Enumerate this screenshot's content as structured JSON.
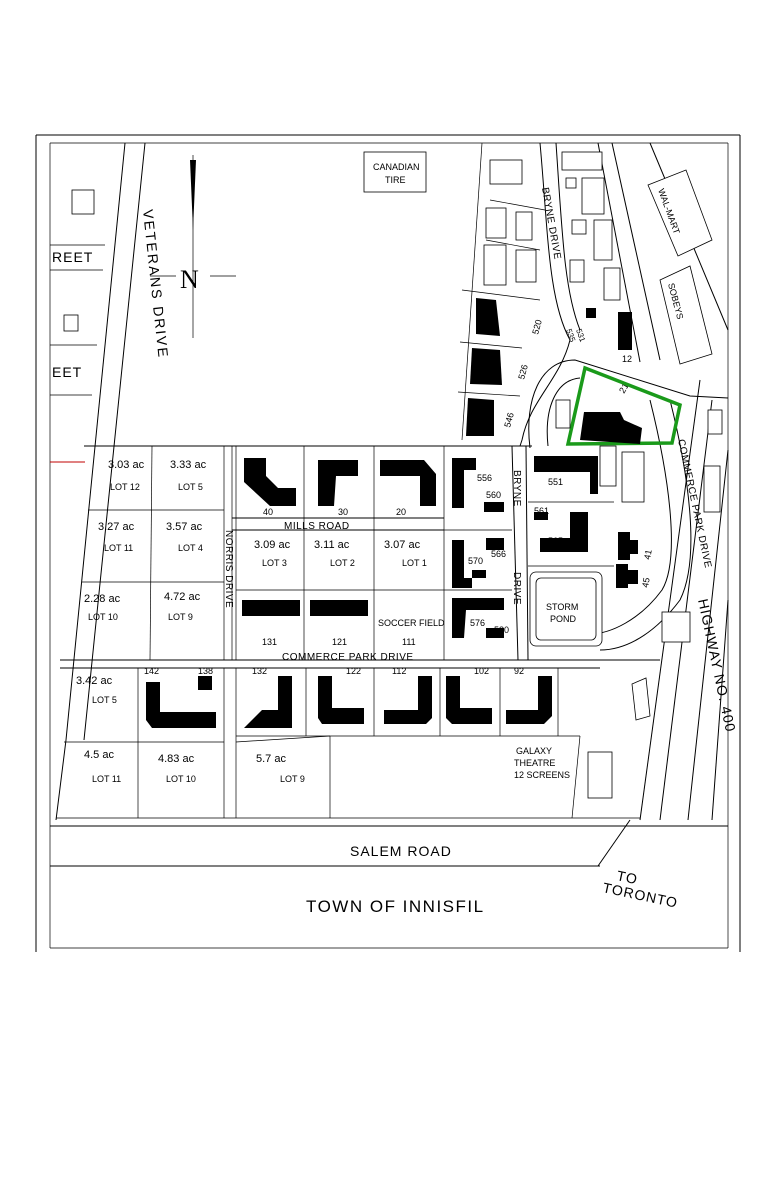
{
  "roads": {
    "veterans_drive": "VETERANS DRIVE",
    "street_top": "REET",
    "street_bottom": "EET",
    "bryne_drive": "BRYNE DRIVE",
    "bryne_drive_lower_a": "BRYNE",
    "bryne_drive_lower_b": "DRIVE",
    "mills_road": "MILLS ROAD",
    "norris_drive": "NORRIS DRIVE",
    "commerce_park_drive_h": "COMMERCE PARK DRIVE",
    "commerce_park_drive_v": "COMMERCE PARK DRIVE",
    "highway": "HIGHWAY NO. 400",
    "salem_road": "SALEM ROAD"
  },
  "places": {
    "canadian_tire_1": "CANADIAN",
    "canadian_tire_2": "TIRE",
    "walmart": "WAL-MART",
    "sobeys": "SOBEYS",
    "storm_pond_1": "STORM",
    "storm_pond_2": "POND",
    "soccer_field": "SOCCER FIELD",
    "galaxy_1": "GALAXY",
    "galaxy_2": "THEATRE",
    "galaxy_3": "12 SCREENS",
    "to_1": "TO",
    "to_2": "TORONTO",
    "town": "TOWN OF INNISFIL",
    "north": "N"
  },
  "lots": [
    {
      "acres": "3.03 ac",
      "lot": "LOT 12"
    },
    {
      "acres": "3.33 ac",
      "lot": "LOT 5"
    },
    {
      "acres": "3.27 ac",
      "lot": "LOT 11"
    },
    {
      "acres": "3.57 ac",
      "lot": "LOT 4"
    },
    {
      "acres": "3.09 ac",
      "lot": "LOT 3"
    },
    {
      "acres": "3.11 ac",
      "lot": "LOT 2"
    },
    {
      "acres": "3.07 ac",
      "lot": "LOT 1"
    },
    {
      "acres": "2.28 ac",
      "lot": "LOT 10"
    },
    {
      "acres": "4.72 ac",
      "lot": "LOT 9"
    },
    {
      "acres": "3.42 ac",
      "lot": "LOT 5"
    },
    {
      "acres": "4.5 ac",
      "lot": "LOT 11"
    },
    {
      "acres": "4.83 ac",
      "lot": "LOT 10"
    },
    {
      "acres": "5.7 ac",
      "lot": "LOT 9"
    }
  ],
  "addresses": {
    "n520": "520",
    "n526": "526",
    "n546": "546",
    "n531": "531",
    "n535": "535",
    "n12": "12",
    "n21": "21",
    "n556": "556",
    "n560": "560",
    "n551": "551",
    "n561": "561",
    "n565": "565",
    "n566": "566",
    "n570": "570",
    "n576": "576",
    "n580": "580",
    "n41": "41",
    "n45": "45",
    "n40": "40",
    "n30": "30",
    "n20": "20",
    "n131": "131",
    "n121": "121",
    "n111": "111",
    "n142": "142",
    "n138": "138",
    "n132": "132",
    "n122": "122",
    "n112": "112",
    "n102": "102",
    "n92": "92"
  },
  "colors": {
    "highlight": "#1a9a1a",
    "line": "#000000",
    "red_line": "#c00000"
  }
}
